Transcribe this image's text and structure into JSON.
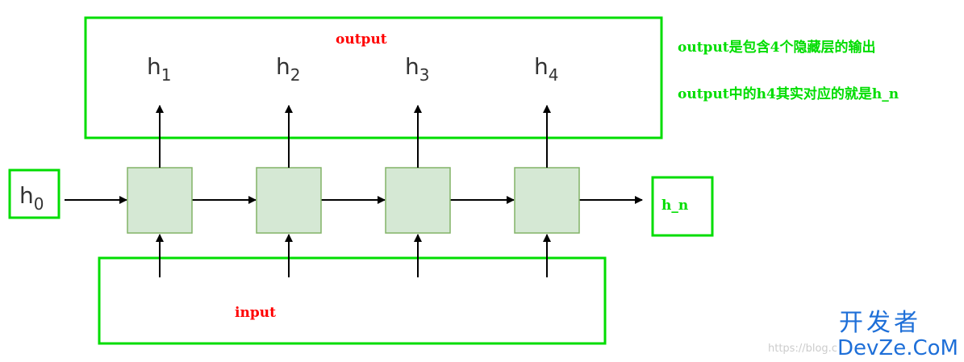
{
  "output_label": "output",
  "input_label": "input",
  "notes": {
    "line1": "output是包含4个隐藏层的输出",
    "line2": "output中的h4其实对应的就是h_n"
  },
  "initial_state": {
    "base": "h",
    "sub": "0"
  },
  "final_state": "h_n",
  "hidden_states": [
    {
      "base": "h",
      "sub": "1"
    },
    {
      "base": "h",
      "sub": "2"
    },
    {
      "base": "h",
      "sub": "3"
    },
    {
      "base": "h",
      "sub": "4"
    }
  ],
  "watermark": {
    "cn": "开发者",
    "en": "DevZe.CoM",
    "url": "https://blog.c"
  },
  "colors": {
    "green_box": "#00dd00",
    "cell_fill": "#d5e8d4",
    "cell_stroke": "#82b366",
    "arrow": "#000000",
    "red_text": "#ff0000"
  }
}
